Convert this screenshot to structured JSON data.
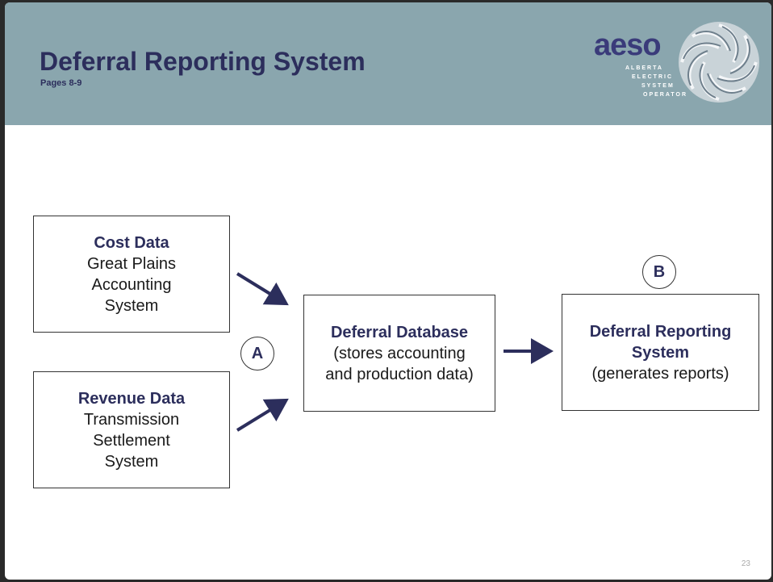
{
  "header": {
    "title": "Deferral Reporting System",
    "subtitle": "Pages 8-9",
    "logo": {
      "word": "aeso",
      "line1": "ALBERTA",
      "line2": "ELECTRIC",
      "line3": "SYSTEM",
      "line4": "OPERATOR"
    }
  },
  "diagram": {
    "cost_box": {
      "title": "Cost Data",
      "lines": "Great Plains Accounting System"
    },
    "revenue_box": {
      "title": "Revenue Data",
      "lines": "Transmission Settlement System"
    },
    "database_box": {
      "title": "Deferral Database",
      "lines": "(stores accounting and production data)"
    },
    "reporting_box": {
      "title": "Deferral Reporting System",
      "lines": "(generates reports)"
    },
    "marker_a": "A",
    "marker_b": "B"
  },
  "footer": {
    "page_number": "23"
  },
  "colors": {
    "header_bg": "#8aa6ae",
    "title": "#2c2e5c",
    "arrow": "#2c2e5c"
  }
}
